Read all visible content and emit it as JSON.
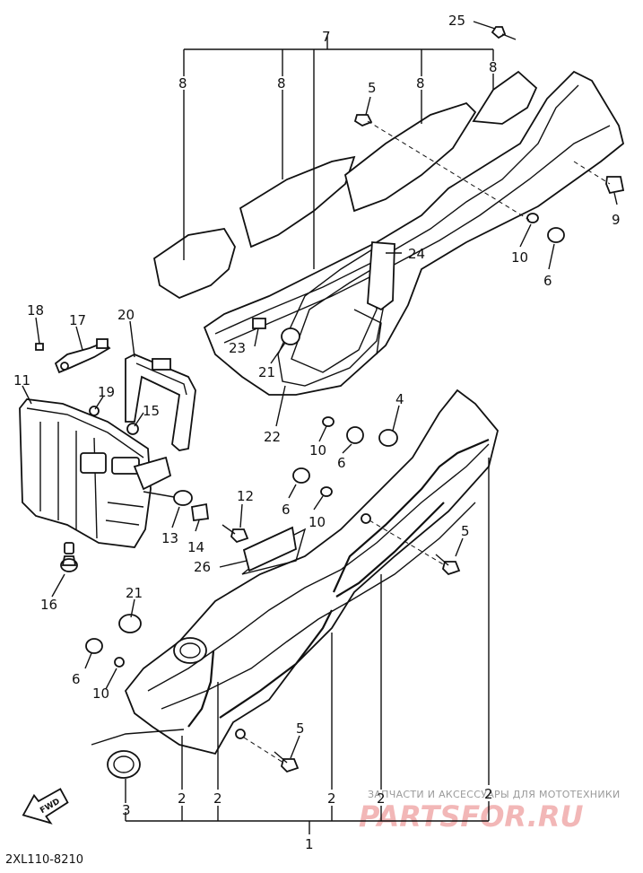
{
  "diagram": {
    "callouts": {
      "c25": "25",
      "c7": "7",
      "c8a": "8",
      "c8b": "8",
      "c8c": "8",
      "c8d": "8",
      "c5a": "5",
      "c9": "9",
      "c10a": "10",
      "c6a": "6",
      "c24": "24",
      "c23": "23",
      "c21a": "21",
      "c22": "22",
      "c18": "18",
      "c17": "17",
      "c20": "20",
      "c11": "11",
      "c19": "19",
      "c15": "15",
      "c4": "4",
      "c10b": "10",
      "c6b": "6",
      "c12": "12",
      "c6c": "6",
      "c10c": "10",
      "c13": "13",
      "c14": "14",
      "c16": "16",
      "c26": "26",
      "c5b": "5",
      "c21b": "21",
      "c6d": "6",
      "c10d": "10",
      "c5c": "5",
      "c3": "3",
      "c2a": "2",
      "c2b": "2",
      "c2c": "2",
      "c2d": "2",
      "c2e": "2",
      "c1": "1"
    },
    "fwd_label": "FWD",
    "diagram_code": "2XL110-8210"
  },
  "watermark": {
    "tagline": "ЗАПЧАСТИ И АКСЕССУАРЫ ДЛЯ МОТОТЕХНИКИ",
    "brand": "PARTSFOR.RU"
  }
}
